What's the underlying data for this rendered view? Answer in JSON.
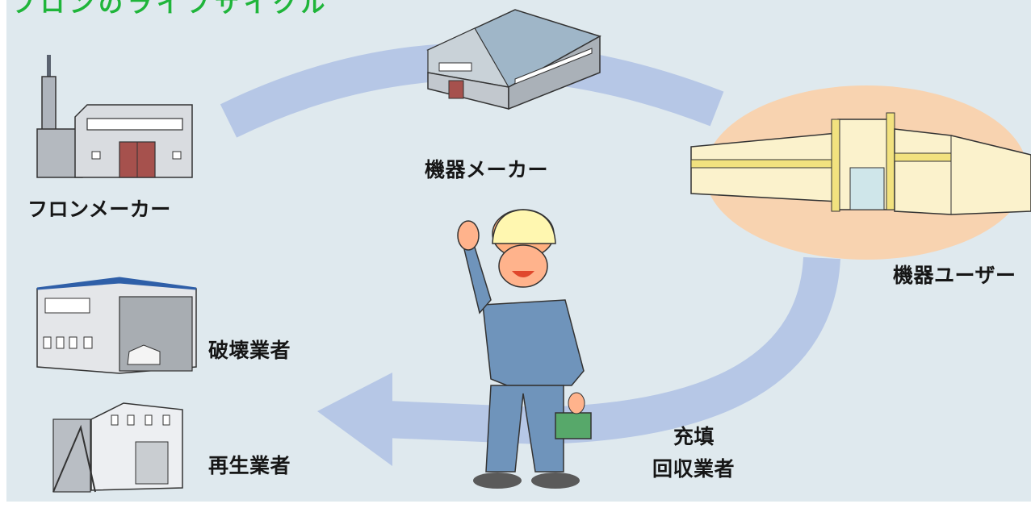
{
  "labels": {
    "fluorocarbon_maker": "フロンメーカー",
    "equipment_maker": "機器メーカー",
    "equipment_user": "機器ユーザー",
    "destruction_operator": "破壊業者",
    "recycling_operator": "再生業者",
    "filling_recovery_line1": "充填",
    "filling_recovery_line2": "回収業者"
  },
  "colors": {
    "background": "#dfe9ee",
    "cycle_arrow": "#b6c7e6",
    "user_highlight": "#f8d3b0",
    "title_green": "#1fb53a"
  }
}
